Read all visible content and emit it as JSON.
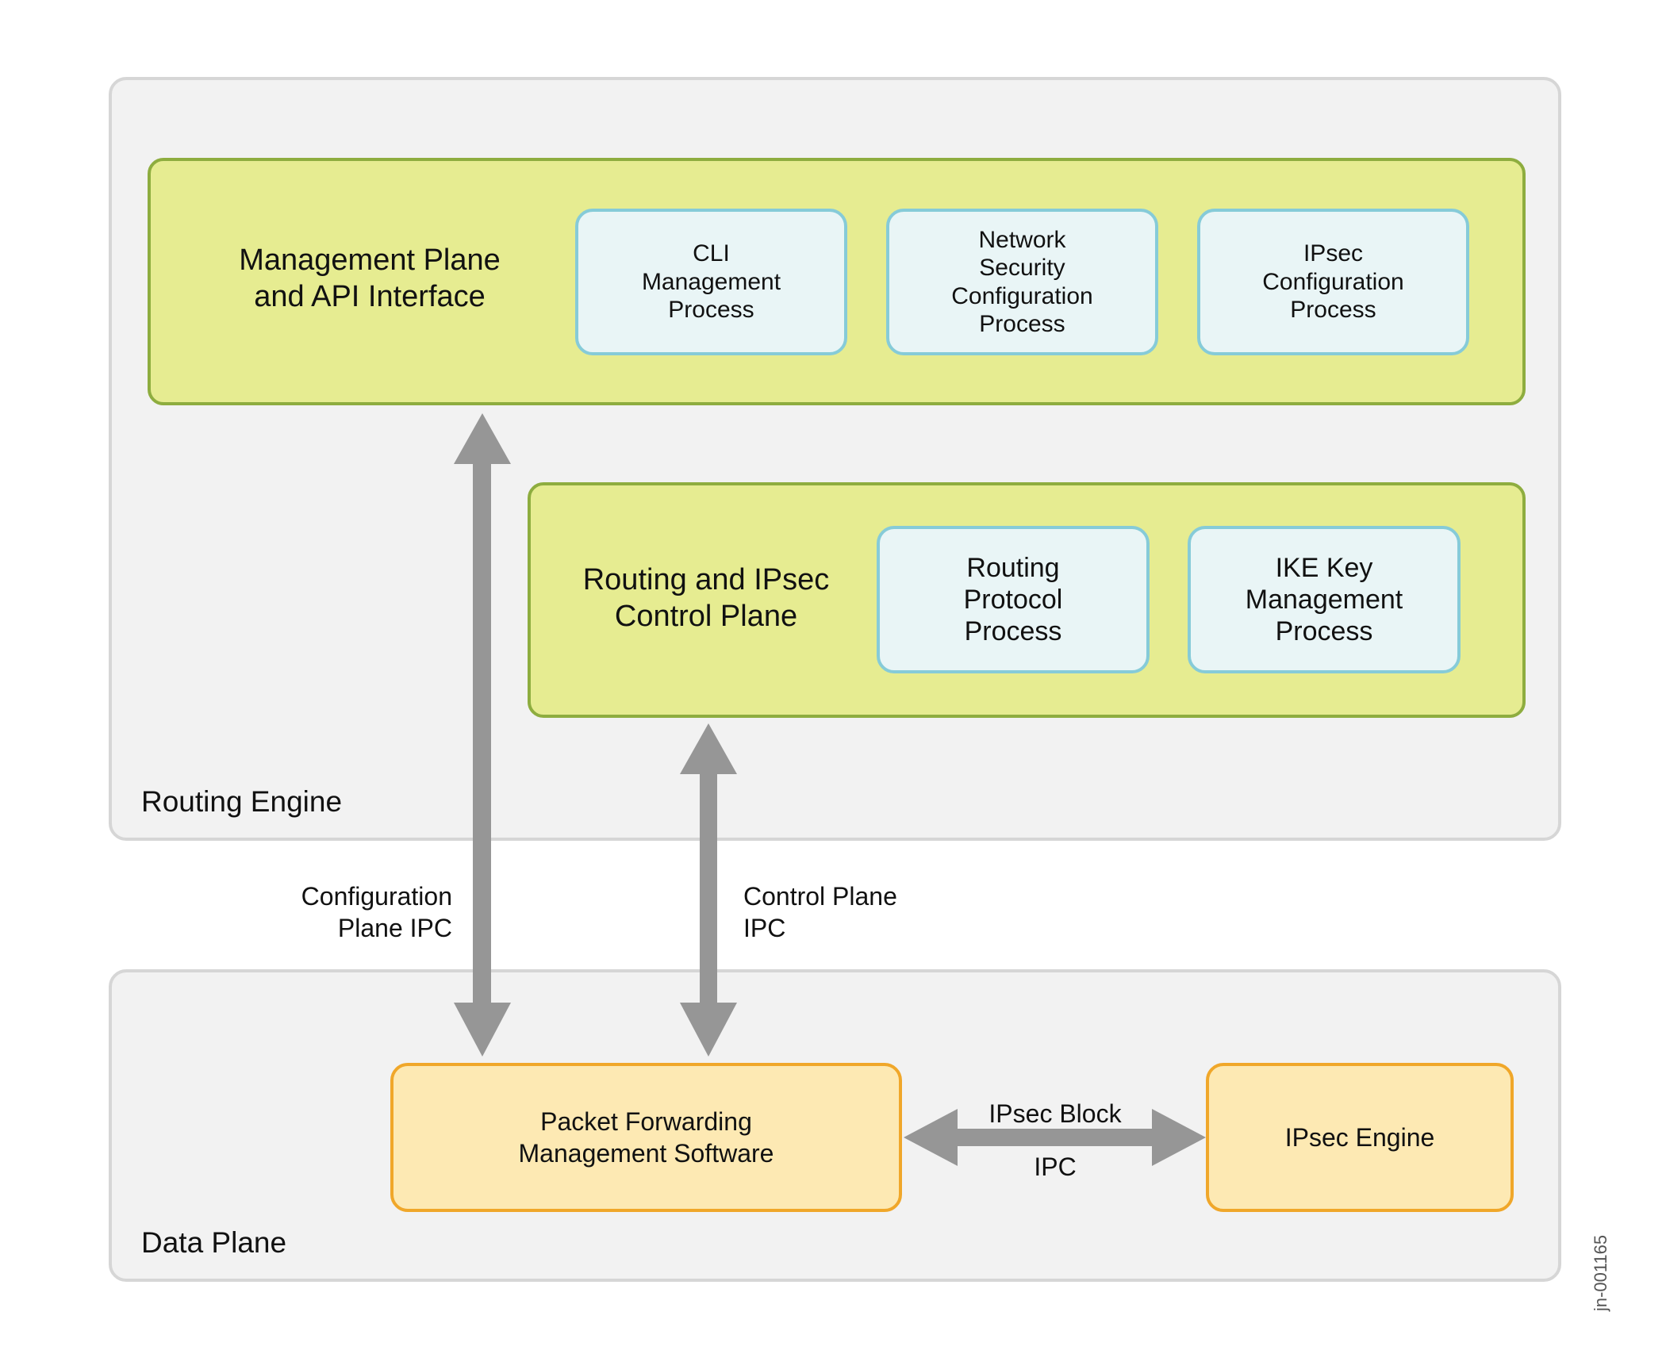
{
  "routing_engine": {
    "label": "Routing Engine",
    "management_plane": {
      "title": "Management Plane\nand API Interface",
      "processes": [
        {
          "label": "CLI\nManagement\nProcess"
        },
        {
          "label": "Network\nSecurity\nConfiguration\nProcess"
        },
        {
          "label": "IPsec\nConfiguration\nProcess"
        }
      ]
    },
    "control_plane": {
      "title": "Routing and IPsec\nControl Plane",
      "processes": [
        {
          "label": "Routing\nProtocol\nProcess"
        },
        {
          "label": "IKE Key\nManagement\nProcess"
        }
      ]
    }
  },
  "connections": {
    "configuration_ipc": "Configuration\nPlane IPC",
    "control_ipc": "Control Plane\nIPC",
    "ipsec_block": "IPsec Block",
    "ipsec_ipc": "IPC"
  },
  "data_plane": {
    "label": "Data Plane",
    "pfe_software": "Packet Forwarding\nManagement Software",
    "ipsec_engine": "IPsec Engine"
  },
  "figure_id": "jn-001165",
  "colors": {
    "section_fill": "#f2f2f2",
    "plane_fill": "#e6ec91",
    "plane_border": "#8ead3f",
    "process_fill": "#e9f5f6",
    "process_border": "#86cbd8",
    "data_box_fill": "#fde9b3",
    "data_box_border": "#f0a72a",
    "arrow": "#969696"
  }
}
